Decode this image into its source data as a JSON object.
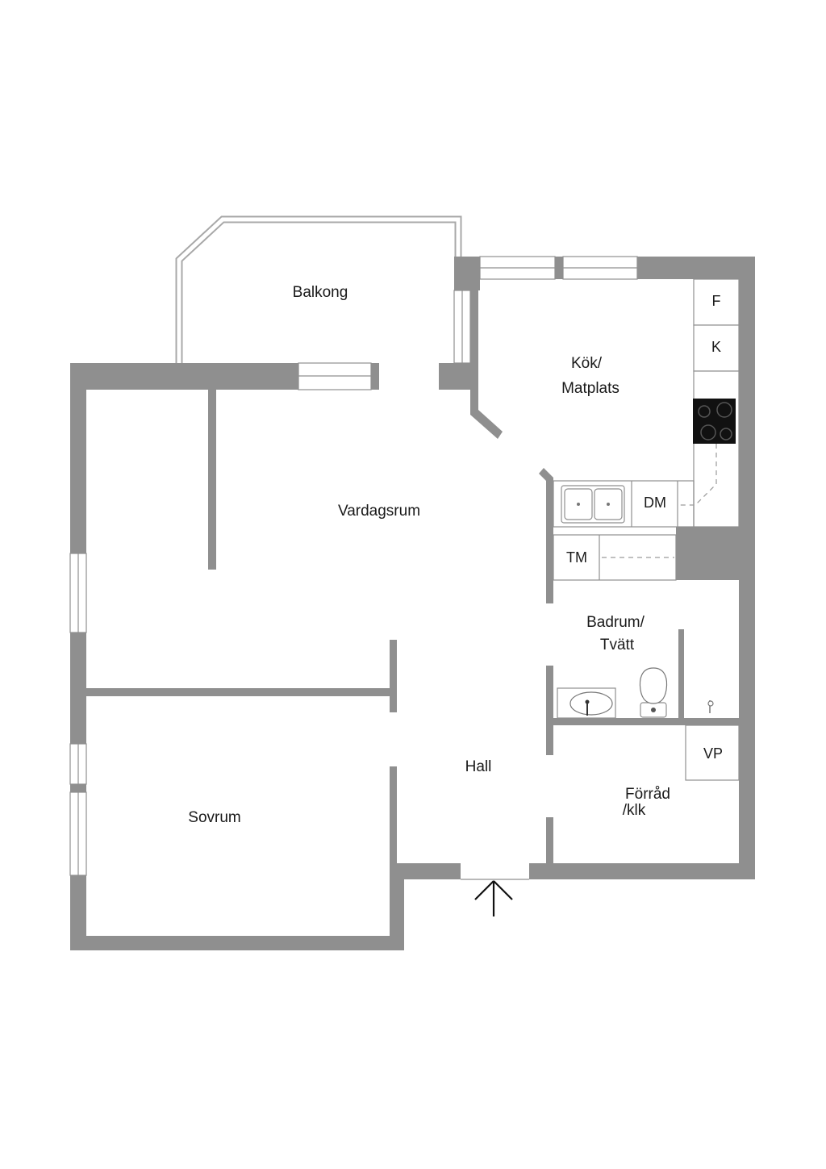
{
  "rooms": {
    "balkong": "Balkong",
    "kok_line1": "Kök/",
    "kok_line2": "Matplats",
    "vardagsrum": "Vardagsrum",
    "badrum_line1": "Badrum/",
    "badrum_line2": "Tvätt",
    "hall": "Hall",
    "sovrum": "Sovrum",
    "forrad_line1": "Förråd",
    "forrad_line2": "/klk"
  },
  "fixtures": {
    "fridge": "F",
    "freezer": "K",
    "dishwasher": "DM",
    "dryer": "TM",
    "water_heater": "VP"
  },
  "colors": {
    "wall": "#8f8f8f",
    "background": "#ffffff",
    "text": "#1a1a1a"
  }
}
